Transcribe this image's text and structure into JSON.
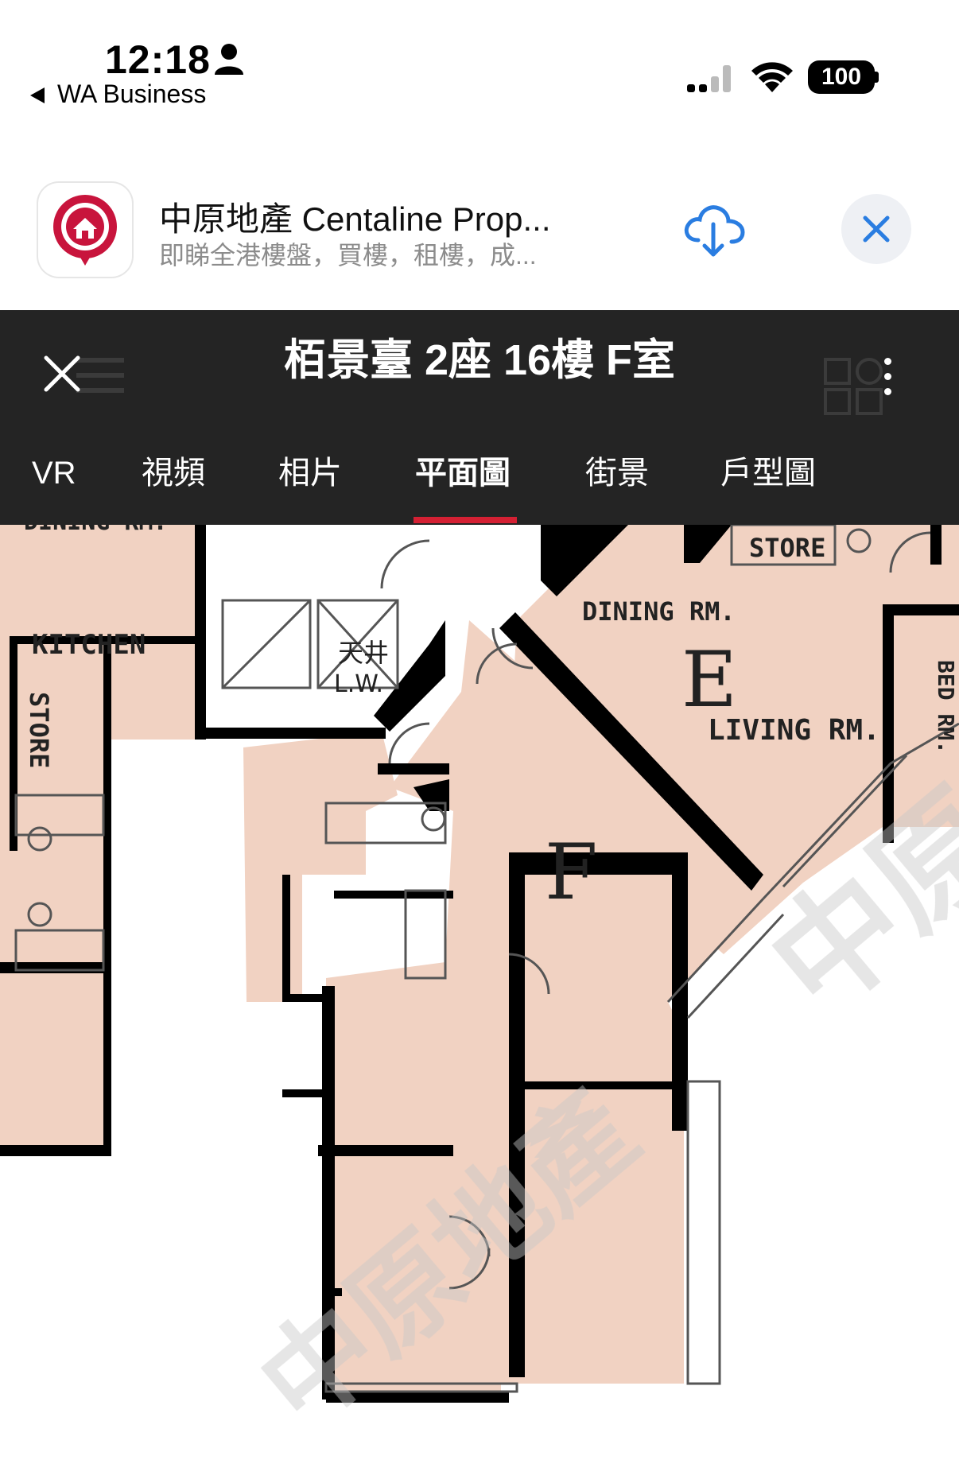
{
  "status_bar": {
    "time": "12:18",
    "back_app": "WA Business",
    "battery": "100",
    "icons": [
      "person-icon",
      "back-arrow-icon",
      "signal-icon",
      "wifi-icon",
      "battery-icon"
    ]
  },
  "app_banner": {
    "title": "中原地產 Centaline Prop...",
    "subtitle": "即睇全港樓盤，買樓，租樓，成...",
    "icons": [
      "centaline-app-icon",
      "cloud-download-icon",
      "close-icon"
    ]
  },
  "header": {
    "title": "栢景臺 2座 16樓 F室",
    "icons": [
      "close-icon",
      "more-vertical-icon"
    ]
  },
  "tabs": [
    {
      "label": "VR",
      "active": false
    },
    {
      "label": "視頻",
      "active": false
    },
    {
      "label": "相片",
      "active": false
    },
    {
      "label": "平面圖",
      "active": true
    },
    {
      "label": "街景",
      "active": false
    },
    {
      "label": "戶型圖",
      "active": false
    }
  ],
  "floor_plan": {
    "labels": {
      "dining_top": "DINING RM.",
      "kitchen": "KITCHEN",
      "store_left": "STORE",
      "store_top": "STORE",
      "dining_e": "DINING RM.",
      "unit_e": "E",
      "living_e": "LIVING RM.",
      "bed_e": "BED RM.",
      "unit_f": "F",
      "light_well_cn": "天井",
      "light_well_en": "L.W."
    },
    "watermark": "中原地產",
    "colors": {
      "room_fill": "#f1d2c2",
      "wall": "#000000",
      "accent": "#d42033"
    }
  }
}
